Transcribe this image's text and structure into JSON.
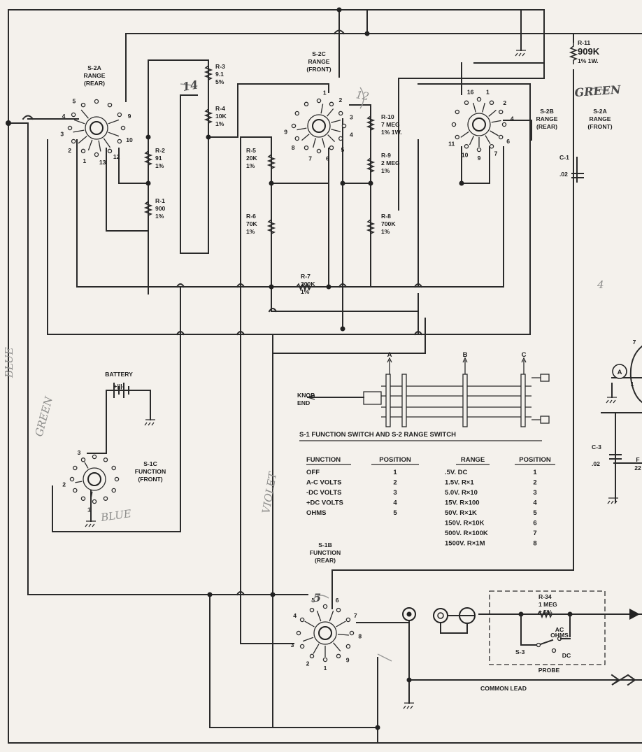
{
  "diagram_data": {
    "switches": [
      {
        "id": "s2a-rear",
        "lines": [
          "S-2A",
          "RANGE",
          "(REAR)"
        ],
        "pins": [
          "5",
          "4",
          "3",
          "2",
          "1",
          "13",
          "12",
          "10",
          "9"
        ]
      },
      {
        "id": "s2c-front",
        "lines": [
          "S-2C",
          "RANGE",
          "(FRONT)"
        ],
        "pins": [
          "1",
          "2",
          "3",
          "4",
          "5",
          "6",
          "7",
          "8",
          "9"
        ]
      },
      {
        "id": "s2b-rear",
        "lines": [
          "S-2B",
          "RANGE",
          "(REAR)"
        ],
        "pins": [
          "16",
          "1",
          "2",
          "4",
          "6",
          "7",
          "9",
          "10",
          "11"
        ]
      },
      {
        "id": "s2a-front",
        "lines": [
          "S-2A",
          "RANGE",
          "(FRONT)"
        ],
        "pins": [
          "6"
        ]
      },
      {
        "id": "s1c-front",
        "lines": [
          "S-1C",
          "FUNCTION",
          "(FRONT)"
        ],
        "pins": [
          "3",
          "2",
          "1"
        ]
      },
      {
        "id": "s1b-rear",
        "lines": [
          "S-1B",
          "FUNCTION",
          "(REAR)"
        ],
        "pins": [
          "4",
          "5",
          "6",
          "7",
          "8",
          "3",
          "2",
          "1",
          "9"
        ]
      }
    ],
    "resistors": [
      {
        "id": "r3",
        "lines": [
          "R-3",
          "9.1",
          "5%"
        ]
      },
      {
        "id": "r4",
        "lines": [
          "R-4",
          "10K",
          "1%"
        ]
      },
      {
        "id": "r2",
        "lines": [
          "R-2",
          "91",
          "1%"
        ]
      },
      {
        "id": "r1",
        "lines": [
          "R-1",
          "900",
          "1%"
        ]
      },
      {
        "id": "r5",
        "lines": [
          "R-5",
          "20K",
          "1%"
        ]
      },
      {
        "id": "r6",
        "lines": [
          "R-6",
          "70K",
          "1%"
        ]
      },
      {
        "id": "r7",
        "lines": [
          "R-7",
          "200K",
          "1%"
        ]
      },
      {
        "id": "r10",
        "lines": [
          "R-10",
          "7 MEG",
          "1% 1W."
        ]
      },
      {
        "id": "r9",
        "lines": [
          "R-9",
          "2 MEG",
          "1%"
        ]
      },
      {
        "id": "r8",
        "lines": [
          "R-8",
          "700K",
          "1%"
        ]
      },
      {
        "id": "r11",
        "lines": [
          "R-11",
          "909K",
          "1% 1W."
        ]
      },
      {
        "id": "r34",
        "lines": [
          "R-34",
          "1 MEG",
          "± 5%"
        ]
      }
    ],
    "capacitors": [
      {
        "id": "c1",
        "lines": [
          "C-1",
          ".02"
        ]
      },
      {
        "id": "c3",
        "lines": [
          "C-3",
          ".02"
        ]
      }
    ],
    "battery_label": "BATTERY",
    "battery_polarity": "+|||-",
    "knob_end": [
      "KNOB",
      "END"
    ],
    "switch_caption": "S-1 FUNCTION   SWITCH   AND   S-2 RANGE  SWITCH",
    "shaft_wafers": [
      "A",
      "B",
      "C"
    ],
    "probe": {
      "label": "PROBE",
      "switch": "S-3",
      "ac_ohms": [
        "AC",
        "OHMS"
      ],
      "dc": "DC"
    },
    "common_lead": "COMMON LEAD",
    "node_a": "A",
    "edge_fragments": [
      "7",
      "1",
      "22",
      "F"
    ],
    "function_table": {
      "headers": [
        "FUNCTION",
        "POSITION"
      ],
      "rows": [
        [
          "OFF",
          "1"
        ],
        [
          "A-C  VOLTS",
          "2"
        ],
        [
          "-DC  VOLTS",
          "3"
        ],
        [
          "+DC  VOLTS",
          "4"
        ],
        [
          "OHMS",
          "5"
        ]
      ]
    },
    "range_table": {
      "headers": [
        "RANGE",
        "POSITION"
      ],
      "rows": [
        [
          ".5V. DC",
          "1"
        ],
        [
          "1.5V.  R×1",
          "2"
        ],
        [
          "5.0V. R×10",
          "3"
        ],
        [
          "15V.  R×100",
          "4"
        ],
        [
          "50V.  R×1K",
          "5"
        ],
        [
          "150V. R×10K",
          "6"
        ],
        [
          "500V. R×100K",
          "7"
        ],
        [
          "1500V. R×1M",
          "8"
        ]
      ]
    },
    "handwriting": {
      "green_top": "GREEN",
      "green_left": "GREEN",
      "blue": "BLUE",
      "blue_left": "BLUE",
      "violet": "VIOLET",
      "num_14": "14",
      "num_12": "12",
      "num_4": "4",
      "num_5": "5"
    }
  }
}
